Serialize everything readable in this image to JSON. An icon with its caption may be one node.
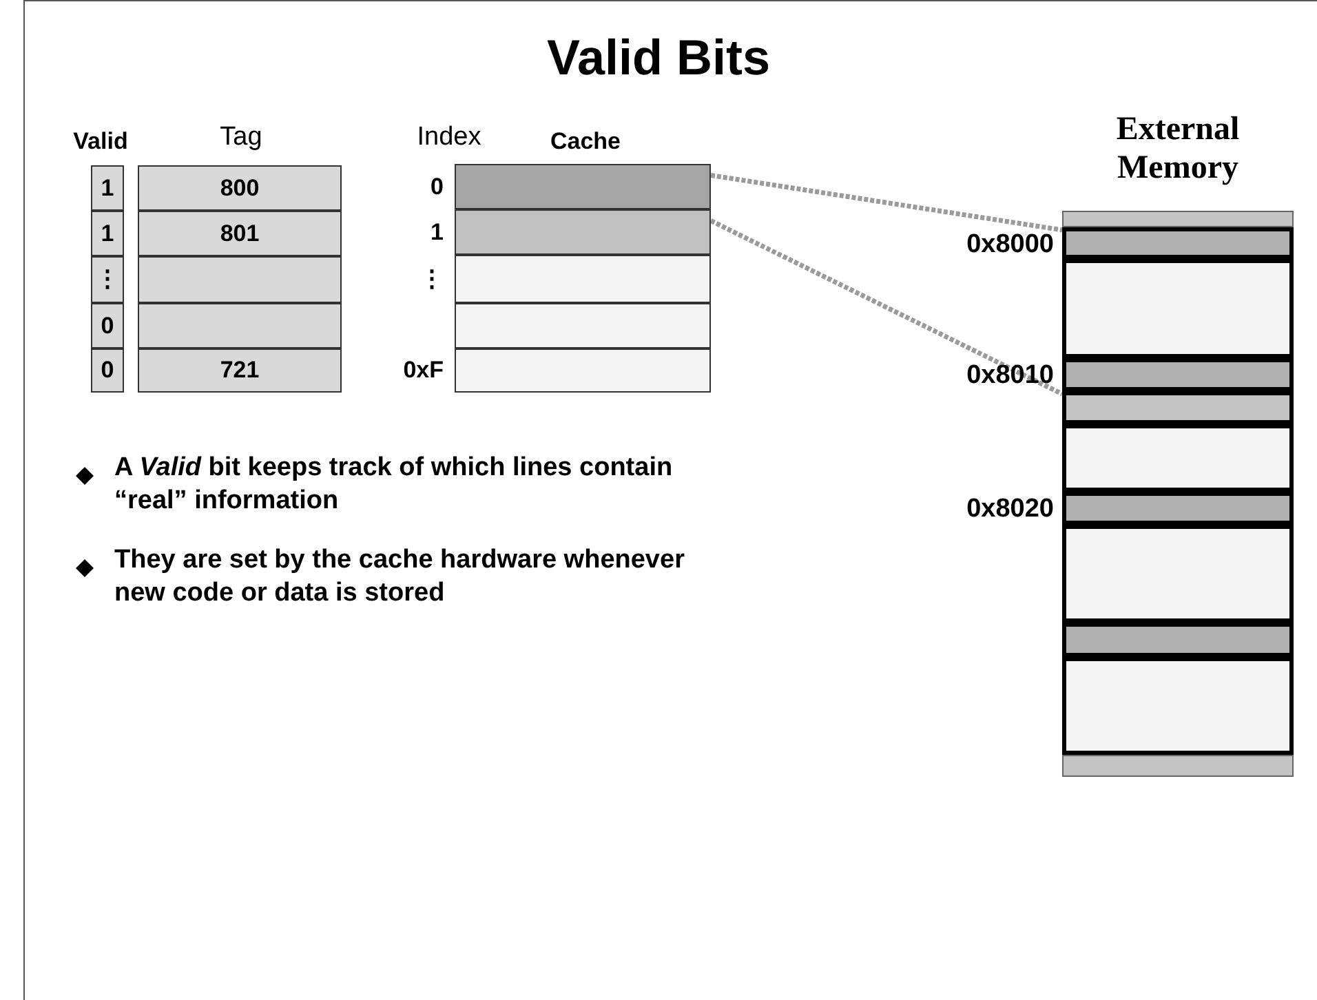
{
  "diagram": {
    "title": "Valid Bits",
    "nodes": [
      {
        "text": [
          "1"
        ]
      },
      {
        "text": [
          "1"
        ]
      },
      {
        "text": [
          "⋮"
        ]
      },
      {
        "text": [
          "0"
        ]
      },
      {
        "text": [
          "0"
        ]
      },
      {
        "text": [
          "800"
        ]
      },
      {
        "text": [
          "801"
        ]
      },
      {
        "text": [],
        "shape": "box"
      },
      {
        "text": [],
        "shape": "box"
      },
      {
        "text": [
          "721"
        ]
      },
      {
        "text": [],
        "shape": "box",
        "beside": [
          "0"
        ]
      },
      {
        "text": [],
        "shape": "box",
        "beside": [
          "1"
        ]
      },
      {
        "text": [],
        "shape": "box",
        "beside": [
          "⋮"
        ]
      },
      {
        "text": [],
        "shape": "box"
      },
      {
        "text": [],
        "shape": "box",
        "beside": [
          "0xF"
        ]
      },
      {
        "text": [
          "External Memory"
        ]
      },
      {
        "text": [],
        "shape": "bar",
        "in": 15
      },
      {
        "text": [],
        "shape": "box",
        "in": 15,
        "beside": [
          "0x8000"
        ]
      },
      {
        "text": [],
        "shape": "box",
        "in": 15
      },
      {
        "text": [],
        "shape": "box",
        "in": 15,
        "beside": [
          "0x8010"
        ]
      },
      {
        "text": [],
        "shape": "box",
        "in": 15
      },
      {
        "text": [],
        "shape": "box",
        "in": 15
      },
      {
        "text": [],
        "shape": "box",
        "in": 15,
        "beside": [
          "0x8020"
        ]
      },
      {
        "text": [],
        "shape": "box",
        "in": 15
      },
      {
        "text": [],
        "shape": "box",
        "in": 15
      },
      {
        "text": [],
        "shape": "box",
        "in": 15
      },
      {
        "text": [],
        "shape": "bar",
        "in": 15
      }
    ],
    "edges": [
      {
        "from": 10,
        "to": 17,
        "arrow": "none",
        "style": "dashed"
      },
      {
        "from": 11,
        "to": 20,
        "arrow": "none",
        "style": "dashed"
      }
    ],
    "labels": [
      "Valid",
      "Tag",
      "Index",
      "Cache",
      "A *Valid* bit keeps track of which lines contain “real” information",
      "They are set by the cache hardware whenever new code or data is stored"
    ]
  }
}
